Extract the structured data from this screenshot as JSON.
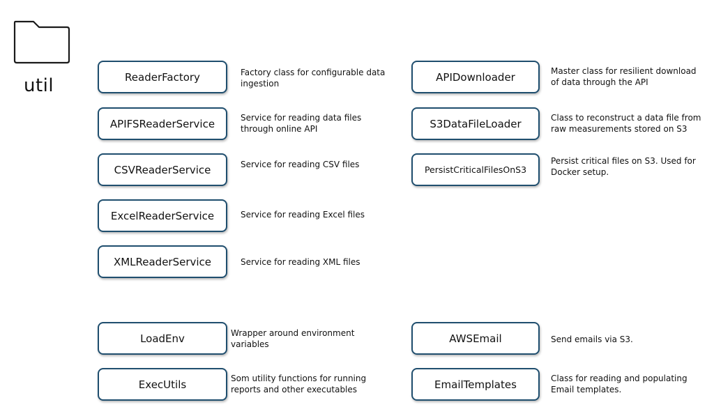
{
  "folder": {
    "icon": "folder-icon",
    "label": "util"
  },
  "left_column": [
    {
      "name": "ReaderFactory",
      "desc_lines": [
        "Factory class for configurable data",
        "ingestion"
      ]
    },
    {
      "name": "APIFSReaderService",
      "desc_lines": [
        "Service for reading data files",
        "through online API"
      ]
    },
    {
      "name": "CSVReaderService",
      "desc_lines": [
        "Service for reading CSV files"
      ]
    },
    {
      "name": "ExcelReaderService",
      "desc_lines": [
        "Service for reading Excel files"
      ]
    },
    {
      "name": "XMLReaderService",
      "desc_lines": [
        "Service for reading XML files"
      ]
    }
  ],
  "right_column": [
    {
      "name": "APIDownloader",
      "desc_lines": [
        "Master class for resilient download",
        "of data through the API"
      ]
    },
    {
      "name": "S3DataFileLoader",
      "desc_lines": [
        "Class to reconstruct a data file from",
        "raw measurements stored on S3"
      ]
    },
    {
      "name": "PersistCriticalFilesOnS3",
      "desc_lines": [
        "Persist critical files on S3. Used for",
        "Docker setup."
      ]
    }
  ],
  "bottom_left": [
    {
      "name": "LoadEnv",
      "desc_lines": [
        "Wrapper around environment",
        "variables"
      ]
    },
    {
      "name": "ExecUtils",
      "desc_lines": [
        "Som utility functions for running",
        "reports and other executables"
      ]
    }
  ],
  "bottom_right": [
    {
      "name": "AWSEmail",
      "desc_lines": [
        "Send emails via S3."
      ]
    },
    {
      "name": "EmailTemplates",
      "desc_lines": [
        "Class for reading and populating",
        "Email templates."
      ]
    }
  ],
  "colors": {
    "box_border": "#1f4e6e",
    "text": "#111111"
  }
}
